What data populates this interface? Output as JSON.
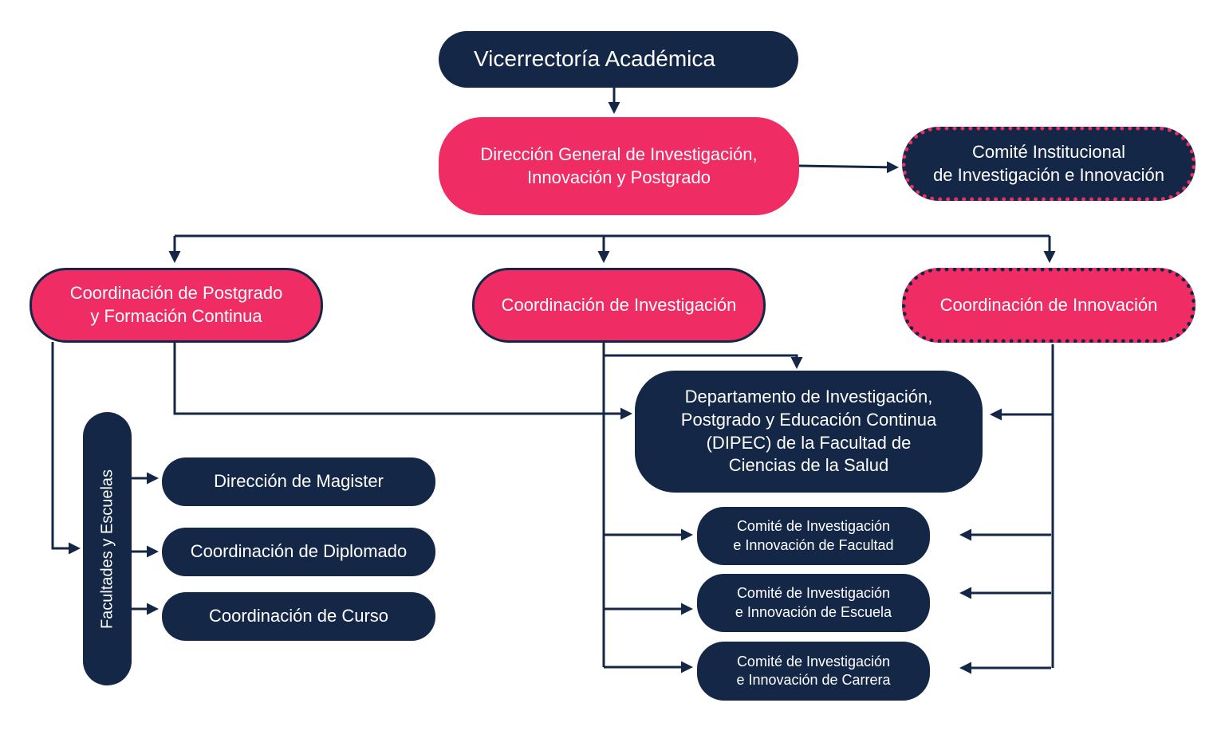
{
  "colors": {
    "navy": "#142747",
    "pink": "#ef2c63",
    "line": "#142747"
  },
  "nodes": {
    "vicerrectoria": "Vicerrectoría Académica",
    "direccion_general": "Dirección General de Investigación,\nInnovación y Postgrado",
    "comite_institucional": "Comité Institucional\nde Investigación e Innovación",
    "coord_postgrado": "Coordinación de Postgrado\ny Formación Continua",
    "coord_investigacion": "Coordinación de Investigación",
    "coord_innovacion": "Coordinación de Innovación",
    "dipec": "Departamento de Investigación,\nPostgrado y Educación Continua\n(DIPEC) de la Facultad de\nCiencias de la Salud",
    "facultades_escuelas": "Facultades y Escuelas",
    "direccion_magister": "Dirección de Magister",
    "coord_diplomado": "Coordinación de Diplomado",
    "coord_curso": "Coordinación de Curso",
    "comite_facultad": "Comité de Investigación\ne Innovación de Facultad",
    "comite_escuela": "Comité de Investigación\ne Innovación de Escuela",
    "comite_carrera": "Comité de Investigación\ne Innovación de Carrera"
  }
}
